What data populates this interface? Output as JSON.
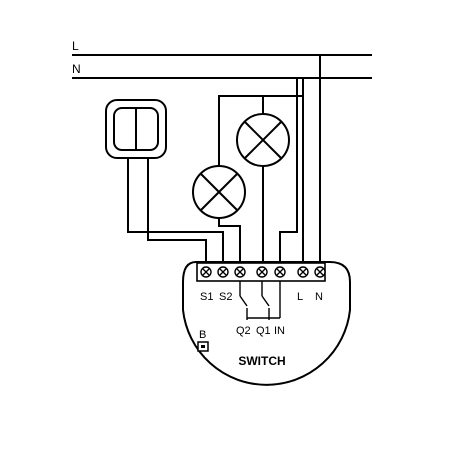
{
  "lines": {
    "live": "L",
    "neutral": "N"
  },
  "module": {
    "title": "SWITCH",
    "button_label": "B",
    "terminals": [
      "S1",
      "S2",
      "L",
      "N"
    ],
    "outputs": [
      "Q2",
      "Q1",
      "IN"
    ]
  },
  "components": {
    "switch": "push-button-switch",
    "lamp_1": "lamp-icon",
    "lamp_2": "lamp-icon"
  }
}
